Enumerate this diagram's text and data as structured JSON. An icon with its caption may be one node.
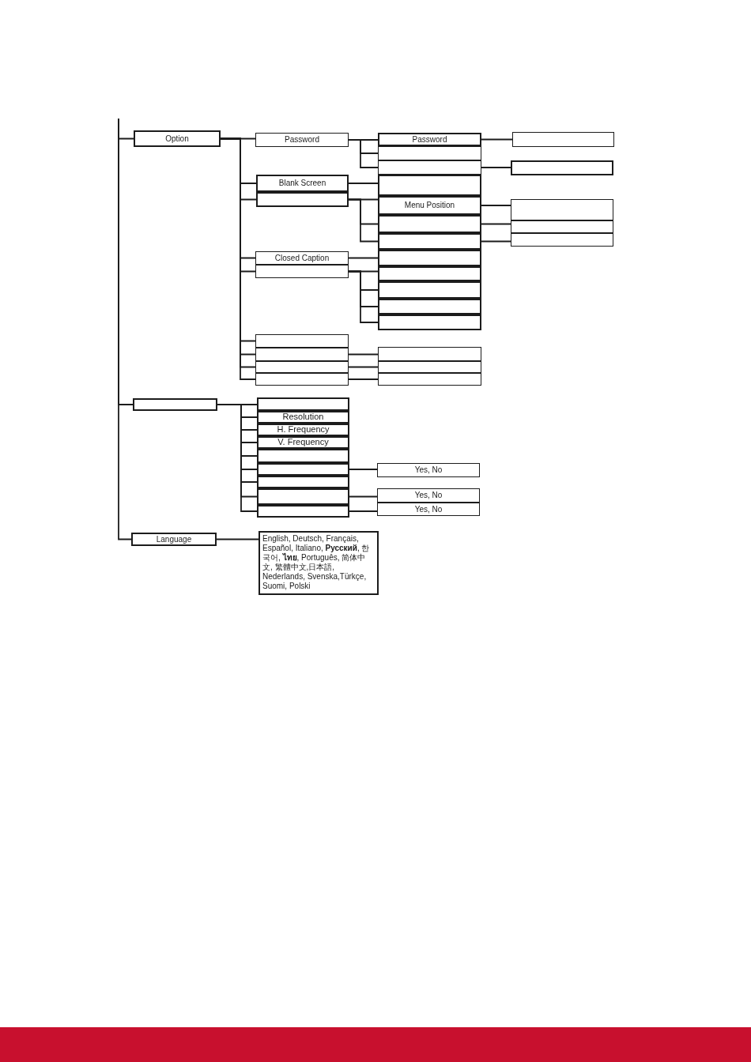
{
  "diagram": {
    "nodes": [
      {
        "text": [
          "Option"
        ]
      },
      {
        "text": [
          "Password"
        ]
      },
      {
        "text": [
          "Blank Screen"
        ]
      },
      {
        "text": [],
        "shape": "box"
      },
      {
        "text": [
          "Closed Caption"
        ]
      },
      {
        "text": [],
        "shape": "box"
      },
      {
        "text": [],
        "shape": "box"
      },
      {
        "text": [],
        "shape": "box"
      },
      {
        "text": [],
        "shape": "box"
      },
      {
        "text": [],
        "shape": "box"
      },
      {
        "text": [
          "Password"
        ]
      },
      {
        "text": [],
        "shape": "box"
      },
      {
        "text": [],
        "shape": "box"
      },
      {
        "text": [],
        "shape": "box"
      },
      {
        "text": [
          "Menu Position"
        ]
      },
      {
        "text": [],
        "shape": "box"
      },
      {
        "text": [],
        "shape": "box"
      },
      {
        "text": [],
        "shape": "box"
      },
      {
        "text": [],
        "shape": "box"
      },
      {
        "text": [],
        "shape": "box"
      },
      {
        "text": [],
        "shape": "box"
      },
      {
        "text": [],
        "shape": "box"
      },
      {
        "text": [],
        "shape": "box"
      },
      {
        "text": [],
        "shape": "box"
      },
      {
        "text": [],
        "shape": "box"
      },
      {
        "text": [],
        "shape": "box"
      },
      {
        "text": [],
        "shape": "box"
      },
      {
        "text": [],
        "shape": "box"
      },
      {
        "text": [],
        "shape": "box"
      },
      {
        "text": [],
        "shape": "box"
      },
      {
        "text": [],
        "shape": "box"
      },
      {
        "text": [],
        "shape": "box"
      },
      {
        "text": [
          "Resolution"
        ]
      },
      {
        "text": [
          "H. Frequency"
        ]
      },
      {
        "text": [
          "V. Frequency"
        ]
      },
      {
        "text": [],
        "shape": "box"
      },
      {
        "text": [],
        "shape": "box"
      },
      {
        "text": [],
        "shape": "box"
      },
      {
        "text": [],
        "shape": "box"
      },
      {
        "text": [],
        "shape": "box"
      },
      {
        "text": [
          "Yes, No"
        ]
      },
      {
        "text": [
          "Yes, No"
        ]
      },
      {
        "text": [
          "Yes, No"
        ]
      },
      {
        "text": [
          "Language"
        ]
      },
      {
        "text": [
          "English, Deutsch, Français, Español, Italiano, **Русский**, 한국어, **ไทย**, Português, 简体中文, 繁體中文,日本語, Nederlands, Svenska,Türkçe, Suomi, Polski"
        ]
      }
    ],
    "edges": [
      {
        "from": null,
        "to": 0,
        "arrow": "none"
      },
      {
        "from": null,
        "to": 30,
        "arrow": "none"
      },
      {
        "from": null,
        "to": 43,
        "arrow": "none"
      },
      {
        "from": 0,
        "to": 1,
        "arrow": "none"
      },
      {
        "from": 0,
        "to": 2,
        "arrow": "none"
      },
      {
        "from": 0,
        "to": 3,
        "arrow": "none"
      },
      {
        "from": 0,
        "to": 4,
        "arrow": "none"
      },
      {
        "from": 0,
        "to": 5,
        "arrow": "none"
      },
      {
        "from": 0,
        "to": 6,
        "arrow": "none"
      },
      {
        "from": 0,
        "to": 7,
        "arrow": "none"
      },
      {
        "from": 0,
        "to": 8,
        "arrow": "none"
      },
      {
        "from": 0,
        "to": 9,
        "arrow": "none"
      },
      {
        "from": 1,
        "to": 10,
        "arrow": "none"
      },
      {
        "from": 1,
        "to": 11,
        "arrow": "none"
      },
      {
        "from": 1,
        "to": 12,
        "arrow": "none"
      },
      {
        "from": 2,
        "to": 13,
        "arrow": "none"
      },
      {
        "from": 3,
        "to": 14,
        "arrow": "none"
      },
      {
        "from": 3,
        "to": 15,
        "arrow": "none"
      },
      {
        "from": 3,
        "to": 16,
        "arrow": "none"
      },
      {
        "from": 4,
        "to": 17,
        "arrow": "none"
      },
      {
        "from": 5,
        "to": 18,
        "arrow": "none"
      },
      {
        "from": 5,
        "to": 19,
        "arrow": "none"
      },
      {
        "from": 5,
        "to": 20,
        "arrow": "none"
      },
      {
        "from": 5,
        "to": 21,
        "arrow": "none"
      },
      {
        "from": 7,
        "to": 22,
        "arrow": "none"
      },
      {
        "from": 8,
        "to": 23,
        "arrow": "none"
      },
      {
        "from": 9,
        "to": 24,
        "arrow": "none"
      },
      {
        "from": 10,
        "to": 25,
        "arrow": "none"
      },
      {
        "from": 12,
        "to": 26,
        "arrow": "none"
      },
      {
        "from": 14,
        "to": 27,
        "arrow": "none"
      },
      {
        "from": 15,
        "to": 28,
        "arrow": "none"
      },
      {
        "from": 16,
        "to": 29,
        "arrow": "none"
      },
      {
        "from": 30,
        "to": 31,
        "arrow": "none"
      },
      {
        "from": 30,
        "to": 32,
        "arrow": "none"
      },
      {
        "from": 30,
        "to": 33,
        "arrow": "none"
      },
      {
        "from": 30,
        "to": 34,
        "arrow": "none"
      },
      {
        "from": 30,
        "to": 35,
        "arrow": "none"
      },
      {
        "from": 30,
        "to": 36,
        "arrow": "none"
      },
      {
        "from": 30,
        "to": 37,
        "arrow": "none"
      },
      {
        "from": 30,
        "to": 38,
        "arrow": "none"
      },
      {
        "from": 30,
        "to": 39,
        "arrow": "none"
      },
      {
        "from": 36,
        "to": 40,
        "arrow": "none"
      },
      {
        "from": 38,
        "to": 41,
        "arrow": "none"
      },
      {
        "from": 39,
        "to": 42,
        "arrow": "none"
      },
      {
        "from": 43,
        "to": 44,
        "arrow": "none"
      }
    ]
  }
}
